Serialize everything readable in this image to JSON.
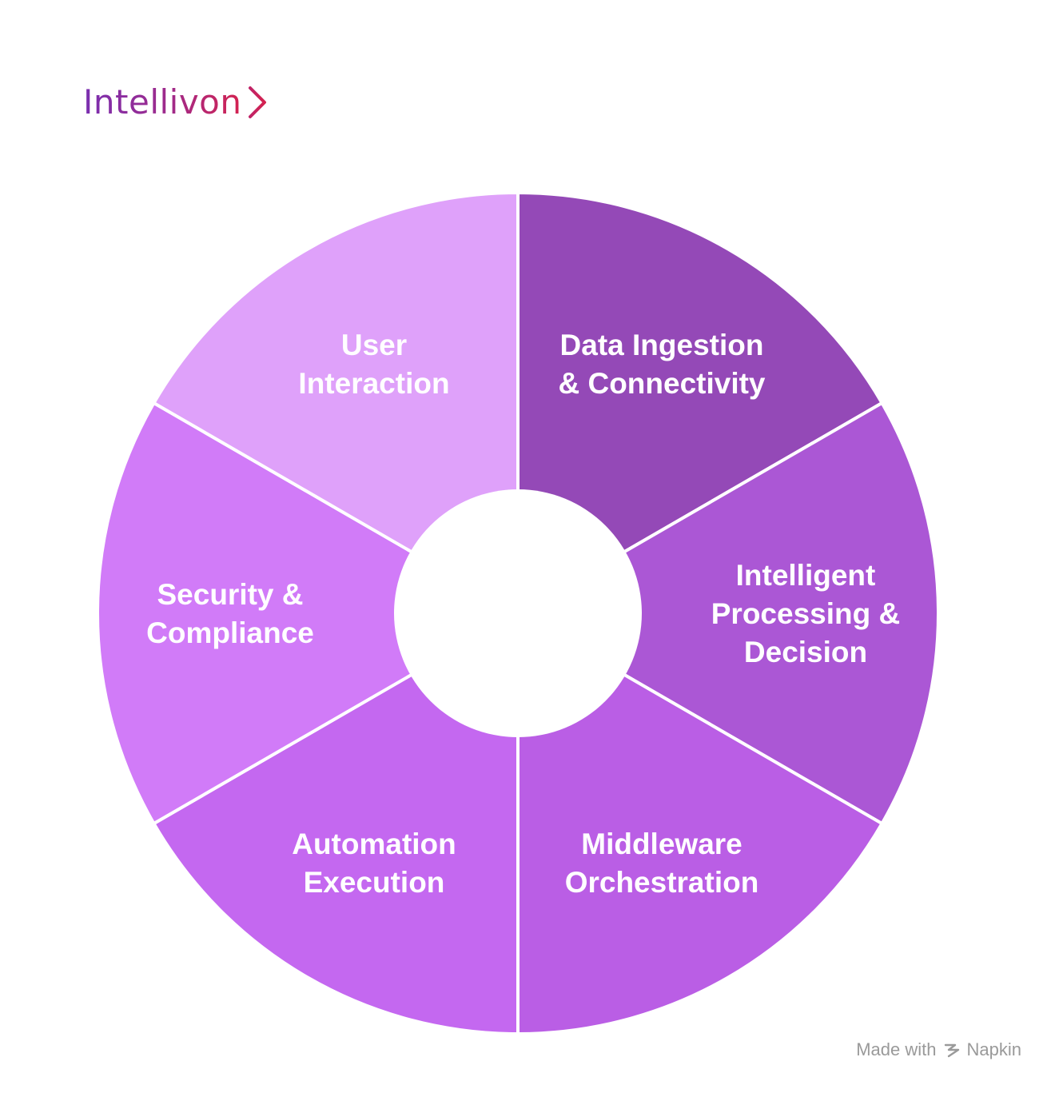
{
  "brand": {
    "name": "Intellivon",
    "icon": "chevron-right-icon",
    "gradient": [
      "#7a2fb0",
      "#d4224f"
    ]
  },
  "wheel": {
    "center_fill": "#ffffff",
    "divider_color": "#ffffff",
    "segments": [
      {
        "id": "data-ingestion",
        "lines": [
          "Data Ingestion",
          "& Connectivity"
        ],
        "color": "#9449b7"
      },
      {
        "id": "intelligent-processing",
        "lines": [
          "Intelligent",
          "Processing &",
          "Decision"
        ],
        "color": "#ab57d5"
      },
      {
        "id": "middleware",
        "lines": [
          "Middleware",
          "Orchestration"
        ],
        "color": "#ba5ee5"
      },
      {
        "id": "automation",
        "lines": [
          "Automation",
          "Execution"
        ],
        "color": "#c468f0"
      },
      {
        "id": "security",
        "lines": [
          "Security &",
          "Compliance"
        ],
        "color": "#d17bf8"
      },
      {
        "id": "user-interaction",
        "lines": [
          "User",
          "Interaction"
        ],
        "color": "#dfa1fa"
      }
    ]
  },
  "footer": {
    "made_with": "Made with",
    "tool": "Napkin",
    "icon": "napkin-logo-icon"
  }
}
